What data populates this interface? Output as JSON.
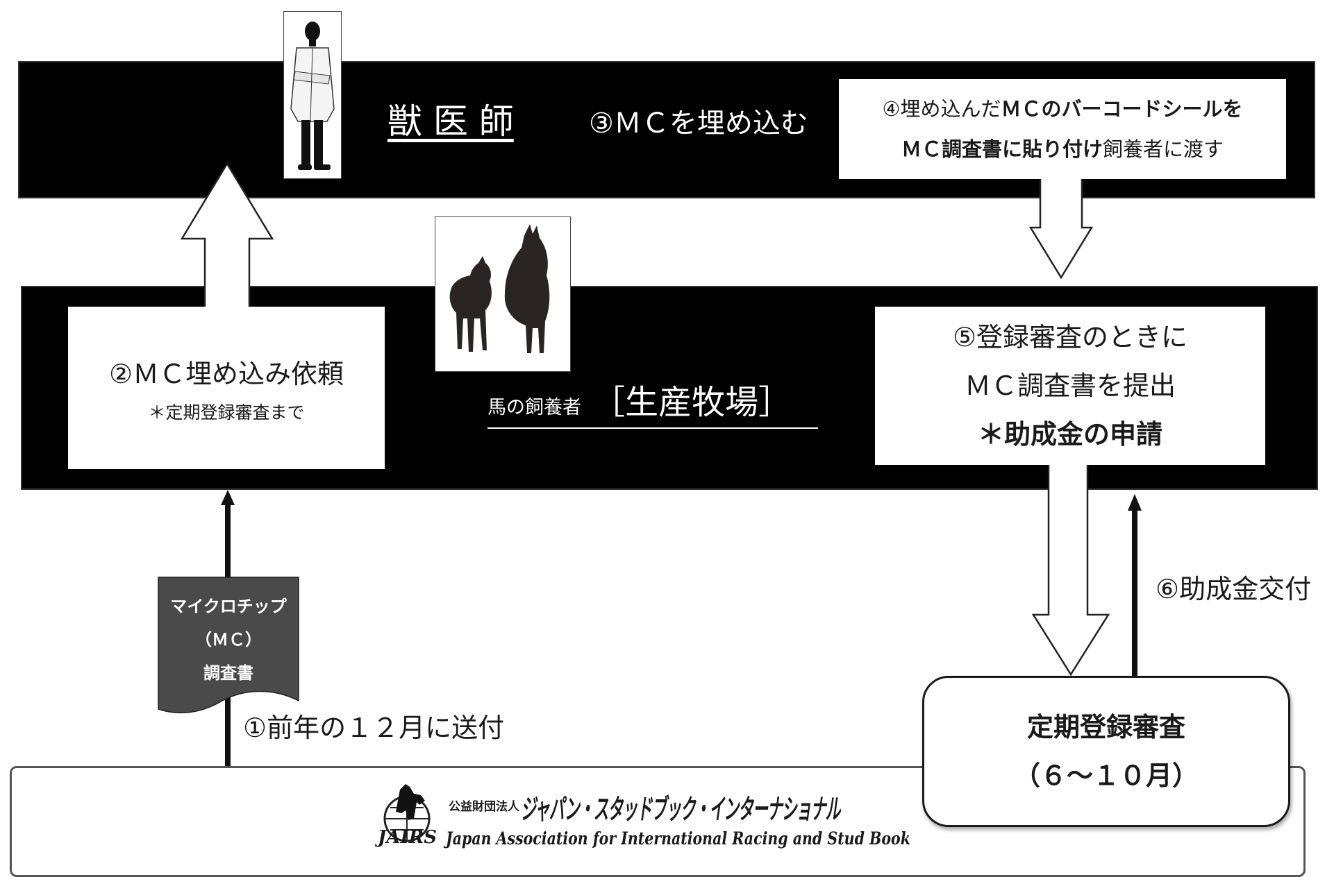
{
  "vet": {
    "title": "獣 医 師",
    "step3": "③ＭＣを埋め込む",
    "step4_line1_prefix": "④埋め込んだ",
    "step4_line1_bold": "ＭＣのバーコードシールを",
    "step4_line2_bold": "ＭＣ調査書に貼り付け",
    "step4_line2_suffix": "飼養者に渡す"
  },
  "breeder": {
    "label_small": "馬の飼養者",
    "label_large": "［生産牧場］",
    "step2_main": "②ＭＣ埋め込み依頼",
    "step2_note": "＊定期登録審査まで",
    "step5_line1": "⑤登録審査のときに",
    "step5_line2": "ＭＣ調査書を提出",
    "step5_line3": "＊助成金の申請"
  },
  "document": {
    "line1": "マイクロチップ",
    "line2": "（ＭＣ）",
    "line3": "調査書"
  },
  "step1": "①前年の１２月に送付",
  "step6": "⑥助成金交付",
  "registration": {
    "line1": "定期登録審査",
    "line2": "（６〜１０月）"
  },
  "org": {
    "prefix": "公益財団法人",
    "name_jp": "ジャパン・スタッドブック・インターナショナル",
    "abbr": "JAIRS",
    "name_en": "Japan Association for International Racing and Stud Book"
  },
  "icons": [
    "vet-silhouette-icon",
    "mare-and-foal-silhouette-icon",
    "horse-logo-icon"
  ]
}
